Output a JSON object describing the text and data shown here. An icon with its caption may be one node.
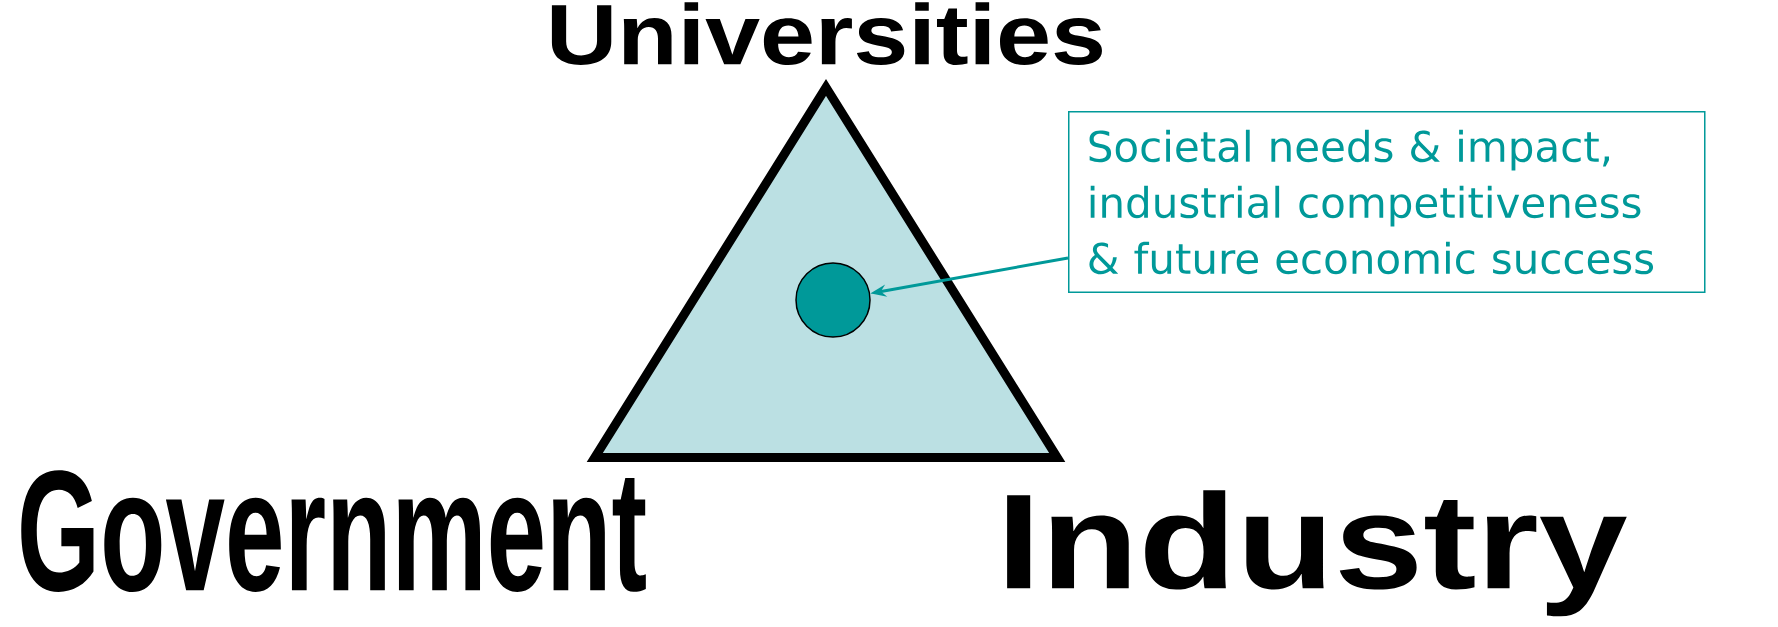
{
  "diagram": {
    "nodes": [
      {
        "text": [],
        "shape": "triangle"
      },
      {
        "text": [],
        "shape": "circle",
        "in": 0
      },
      {
        "text": [
          "Societal needs & impact, industrial competitiveness & future economic success"
        ]
      }
    ],
    "edges": [
      {
        "from": 2,
        "to": 1,
        "arrow": "to",
        "color": "#009999"
      }
    ],
    "labels": [
      "Universities",
      "Government",
      "Industry"
    ]
  }
}
